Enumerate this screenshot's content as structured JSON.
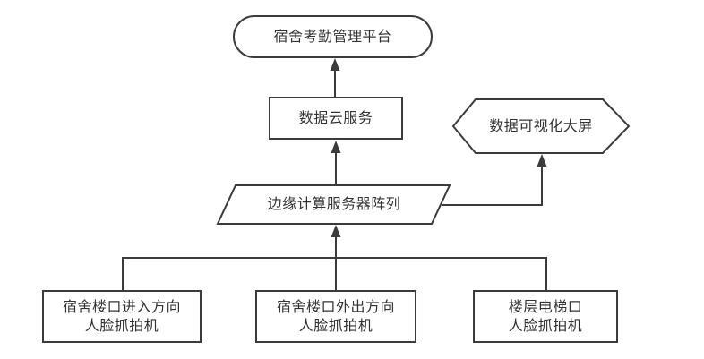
{
  "diagram": {
    "type": "flowchart",
    "colors": {
      "background": "#ffffff",
      "stroke": "#3b3b3b",
      "text": "#333333"
    },
    "nodes": {
      "platform": {
        "shape": "stadium",
        "label": "宿舍考勤管理平台"
      },
      "cloud_service": {
        "shape": "rectangle",
        "label": "数据云服务"
      },
      "big_screen": {
        "shape": "hexagon",
        "label": "数据可视化大屏"
      },
      "edge_servers": {
        "shape": "parallelogram",
        "label": "边缘计算服务器阵列"
      },
      "camera_entry": {
        "shape": "rectangle",
        "line1": "宿舍楼口进入方向",
        "line2": "人脸抓拍机"
      },
      "camera_exit": {
        "shape": "rectangle",
        "line1": "宿舍楼口外出方向",
        "line2": "人脸抓拍机"
      },
      "camera_elevator": {
        "shape": "rectangle",
        "line1": "楼层电梯口",
        "line2": "人脸抓拍机"
      }
    },
    "edges": [
      {
        "from": "cloud_service",
        "to": "platform",
        "arrow": "up"
      },
      {
        "from": "edge_servers",
        "to": "cloud_service",
        "arrow": "up"
      },
      {
        "from": "edge_servers",
        "to": "big_screen",
        "arrow": "elbow-right-up"
      },
      {
        "from": "camera_entry",
        "to": "edge_servers",
        "arrow": "bus-up"
      },
      {
        "from": "camera_exit",
        "to": "edge_servers",
        "arrow": "bus-up"
      },
      {
        "from": "camera_elevator",
        "to": "edge_servers",
        "arrow": "bus-up"
      }
    ]
  }
}
